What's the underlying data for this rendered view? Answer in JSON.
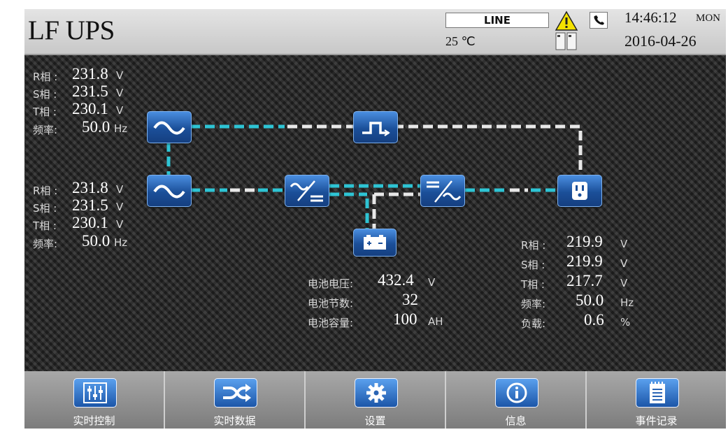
{
  "header": {
    "title": "LF UPS",
    "mode": "LINE",
    "temperature": "25 ℃",
    "time": "14:46:12",
    "weekday": "MON",
    "date": "2016-04-26"
  },
  "icons": {
    "warning": "warning-triangle-icon",
    "cabinet": "ups-cabinet-icon",
    "phone": "phone-icon"
  },
  "colors": {
    "flow_cyan": "#2ec4d4",
    "flow_white": "#e8e8e8",
    "block_blue": "#1b4f99"
  },
  "bypass_input": {
    "r_label": "R相 :",
    "r_value": "231.8",
    "r_unit": "V",
    "s_label": "S相 :",
    "s_value": "231.5",
    "s_unit": "V",
    "t_label": "T相 :",
    "t_value": "230.1",
    "t_unit": "V",
    "f_label": "频率:",
    "f_value": "50.0",
    "f_unit": "Hz"
  },
  "main_input": {
    "r_label": "R相 :",
    "r_value": "231.8",
    "r_unit": "V",
    "s_label": "S相 :",
    "s_value": "231.5",
    "s_unit": "V",
    "t_label": "T相 :",
    "t_value": "230.1",
    "t_unit": "V",
    "f_label": "频率:",
    "f_value": "50.0",
    "f_unit": "Hz"
  },
  "battery": {
    "voltage_label": "电池电压:",
    "voltage_value": "432.4",
    "voltage_unit": "V",
    "count_label": "电池节数:",
    "count_value": "32",
    "capacity_label": "电池容量:",
    "capacity_value": "100",
    "capacity_unit": "AH"
  },
  "output": {
    "r_label": "R相 :",
    "r_value": "219.9",
    "r_unit": "V",
    "s_label": "S相 :",
    "s_value": "219.9",
    "s_unit": "V",
    "t_label": "T相 :",
    "t_value": "217.7",
    "t_unit": "V",
    "f_label": "频率:",
    "f_value": "50.0",
    "f_unit": "Hz",
    "load_label": "负载:",
    "load_value": "0.6",
    "load_unit": "%"
  },
  "nav": [
    {
      "label": "实时控制",
      "icon": "sliders-icon"
    },
    {
      "label": "实时数据",
      "icon": "shuffle-icon"
    },
    {
      "label": "设置",
      "icon": "gear-icon"
    },
    {
      "label": "信息",
      "icon": "info-icon"
    },
    {
      "label": "事件记录",
      "icon": "log-icon"
    }
  ]
}
